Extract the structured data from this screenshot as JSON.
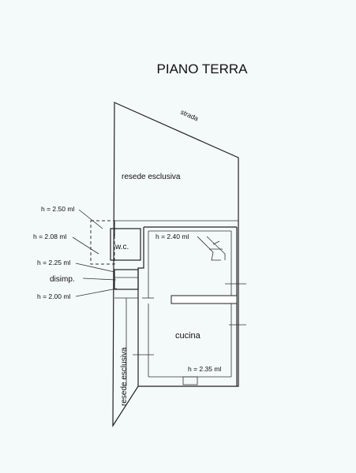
{
  "title": "PIANO TERRA",
  "road_label": "strada",
  "labels": {
    "resede_top": "resede esclusiva",
    "resede_side": "resede esclusiva",
    "wc": "w.c.",
    "disimp": "disimp.",
    "cucina": "cucina"
  },
  "heights": {
    "h1": "h = 2.50 ml",
    "h2": "h = 2.08 ml",
    "h3": "h = 2.25 ml",
    "h4": "h = 2.00 ml",
    "h_room": "h = 2.40 ml",
    "h_cucina": "h = 2.35 ml"
  },
  "colors": {
    "background": "#f4f9f9",
    "ink": "#222222"
  }
}
